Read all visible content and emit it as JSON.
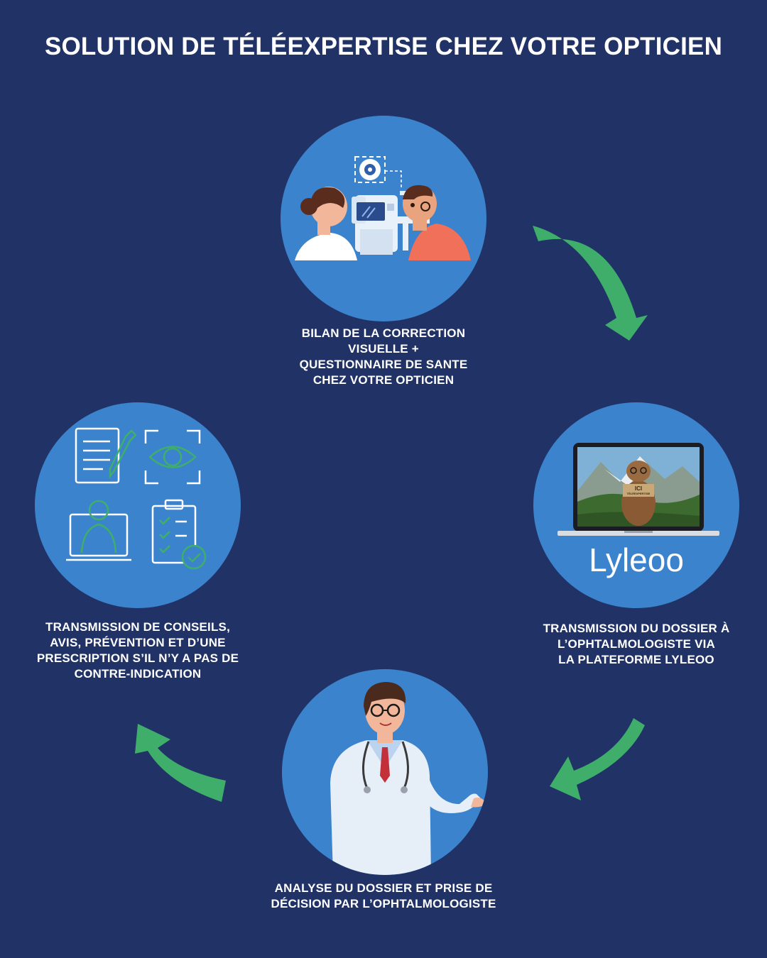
{
  "title": "SOLUTION DE TÉLÉEXPERTISE CHEZ VOTRE OPTICIEN",
  "steps": [
    {
      "caption": [
        "BILAN DE LA CORRECTION",
        "VISUELLE +",
        "QUESTIONNAIRE DE SANTE",
        "CHEZ VOTRE OPTICIEN"
      ]
    },
    {
      "caption": [
        "TRANSMISSION DU DOSSIER À",
        "L’OPHTALMOLOGISTE VIA",
        "LA PLATEFORME LYLEOO"
      ],
      "brand": "Lyleoo",
      "screen_sign": [
        "ICI",
        "TÉLÉEXPERTISE"
      ]
    },
    {
      "caption": [
        "ANALYSE DU DOSSIER ET PRISE DE",
        "DÉCISION PAR L’OPHTALMOLOGISTE"
      ]
    },
    {
      "caption": [
        "TRANSMISSION DE CONSEILS,",
        "AVIS, PRÉVENTION ET D’UNE",
        "PRESCRIPTION S’IL N’Y A PAS DE",
        "CONTRE-INDICATION"
      ]
    }
  ],
  "colors": {
    "background": "#203266",
    "circle": "#3b84cd",
    "arrow": "#3fae6b",
    "text": "#ffffff"
  },
  "icons": [
    "eye-exam-illustration",
    "laptop-icon",
    "doctor-illustration",
    "document-icon",
    "eye-scan-icon",
    "teleconsult-icon",
    "checklist-icon"
  ]
}
